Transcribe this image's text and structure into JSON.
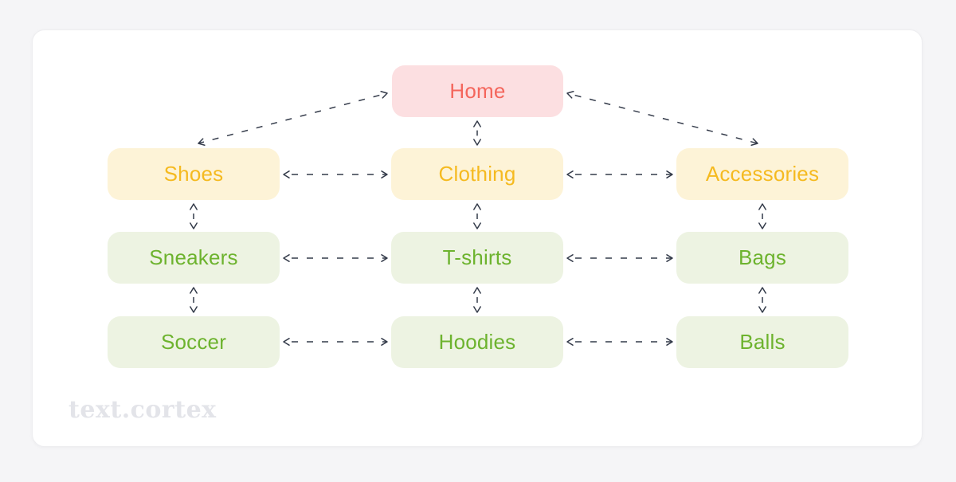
{
  "diagram": {
    "title_hint": "sitemap",
    "nodes": [
      {
        "id": "home",
        "label": "Home",
        "level": "root"
      },
      {
        "id": "shoes",
        "label": "Shoes",
        "level": "category"
      },
      {
        "id": "clothing",
        "label": "Clothing",
        "level": "category"
      },
      {
        "id": "accessories",
        "label": "Accessories",
        "level": "category"
      },
      {
        "id": "sneakers",
        "label": "Sneakers",
        "level": "subcategory"
      },
      {
        "id": "tshirts",
        "label": "T-shirts",
        "level": "subcategory"
      },
      {
        "id": "bags",
        "label": "Bags",
        "level": "subcategory"
      },
      {
        "id": "soccer",
        "label": "Soccer",
        "level": "subcategory"
      },
      {
        "id": "hoodies",
        "label": "Hoodies",
        "level": "subcategory"
      },
      {
        "id": "balls",
        "label": "Balls",
        "level": "subcategory"
      }
    ],
    "edges": [
      {
        "from": "home",
        "to": "shoes",
        "style": "dashed",
        "bidirectional": true
      },
      {
        "from": "home",
        "to": "clothing",
        "style": "dashed",
        "bidirectional": true
      },
      {
        "from": "home",
        "to": "accessories",
        "style": "dashed",
        "bidirectional": true
      },
      {
        "from": "shoes",
        "to": "clothing",
        "style": "dashed",
        "bidirectional": true
      },
      {
        "from": "clothing",
        "to": "accessories",
        "style": "dashed",
        "bidirectional": true
      },
      {
        "from": "shoes",
        "to": "sneakers",
        "style": "dashed",
        "bidirectional": true
      },
      {
        "from": "clothing",
        "to": "tshirts",
        "style": "dashed",
        "bidirectional": true
      },
      {
        "from": "accessories",
        "to": "bags",
        "style": "dashed",
        "bidirectional": true
      },
      {
        "from": "sneakers",
        "to": "tshirts",
        "style": "dashed",
        "bidirectional": true
      },
      {
        "from": "tshirts",
        "to": "bags",
        "style": "dashed",
        "bidirectional": true
      },
      {
        "from": "sneakers",
        "to": "soccer",
        "style": "dashed",
        "bidirectional": true
      },
      {
        "from": "tshirts",
        "to": "hoodies",
        "style": "dashed",
        "bidirectional": true
      },
      {
        "from": "bags",
        "to": "balls",
        "style": "dashed",
        "bidirectional": true
      },
      {
        "from": "soccer",
        "to": "hoodies",
        "style": "dashed",
        "bidirectional": true
      },
      {
        "from": "hoodies",
        "to": "balls",
        "style": "dashed",
        "bidirectional": true
      }
    ]
  },
  "watermark": "text.cortex",
  "colors": {
    "page-bg": "#f5f5f7",
    "card-bg": "#ffffff",
    "card-border": "#ededf0",
    "arrow": "#343b4a",
    "home-bg": "#fcdfe1",
    "home-text": "#f4665c",
    "category-bg": "#fdf3d7",
    "category-text": "#f5ba20",
    "sub-bg": "#edf3e2",
    "sub-text": "#6db32e",
    "watermark": "#e3e4e9"
  }
}
